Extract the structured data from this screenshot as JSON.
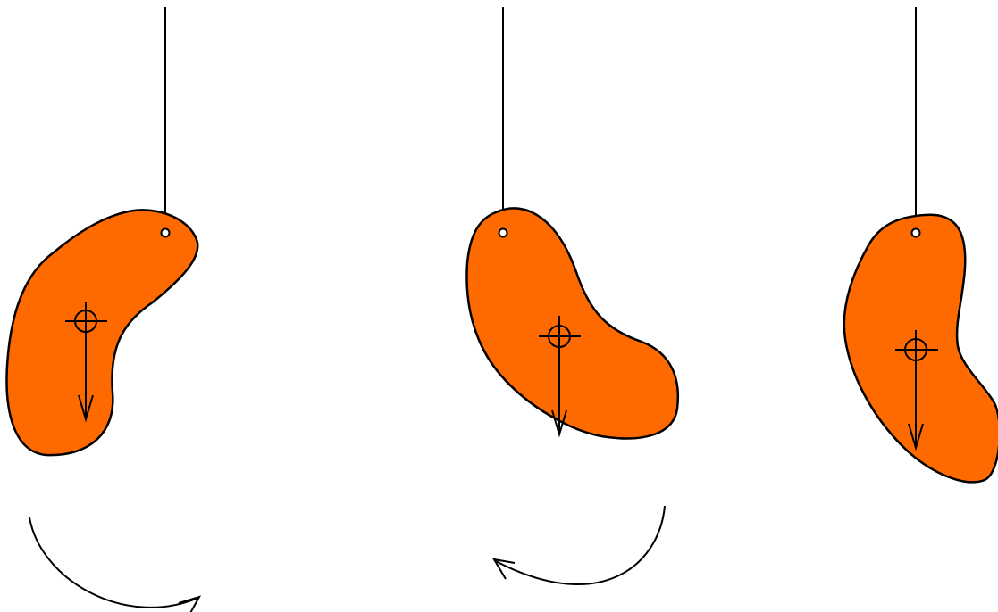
{
  "diagram": {
    "body_color": "#ff6a00",
    "outline_color": "#000000",
    "background": "#ffffff",
    "panels": [
      {
        "label": "",
        "rotation_indicator": "clockwise"
      },
      {
        "label": "",
        "rotation_indicator": "counterclockwise"
      },
      {
        "label": "",
        "rotation_indicator": "none"
      }
    ]
  }
}
